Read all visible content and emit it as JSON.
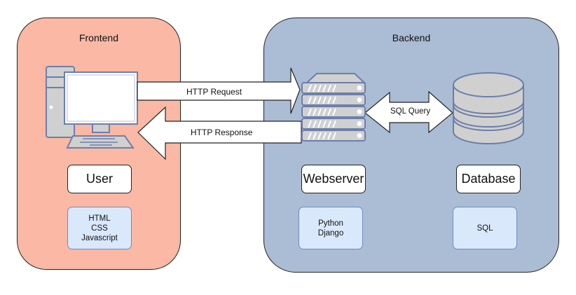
{
  "diagram": {
    "frontend": {
      "title": "Frontend",
      "fill": "#fab8a5",
      "label": "User",
      "tech": [
        "HTML",
        "CSS",
        "Javascript"
      ]
    },
    "backend": {
      "title": "Backend",
      "fill": "#abbcd5",
      "webserver": {
        "label": "Webserver",
        "tech": [
          "Python",
          "Django"
        ]
      },
      "database": {
        "label": "Database",
        "tech": [
          "SQL"
        ]
      }
    },
    "arrows": {
      "request": "HTTP Request",
      "response": "HTTP Response",
      "sql": "SQL Query"
    },
    "icons": {
      "client": "desktop-computer-icon",
      "server": "server-rack-icon",
      "database": "database-cylinder-icon"
    }
  }
}
